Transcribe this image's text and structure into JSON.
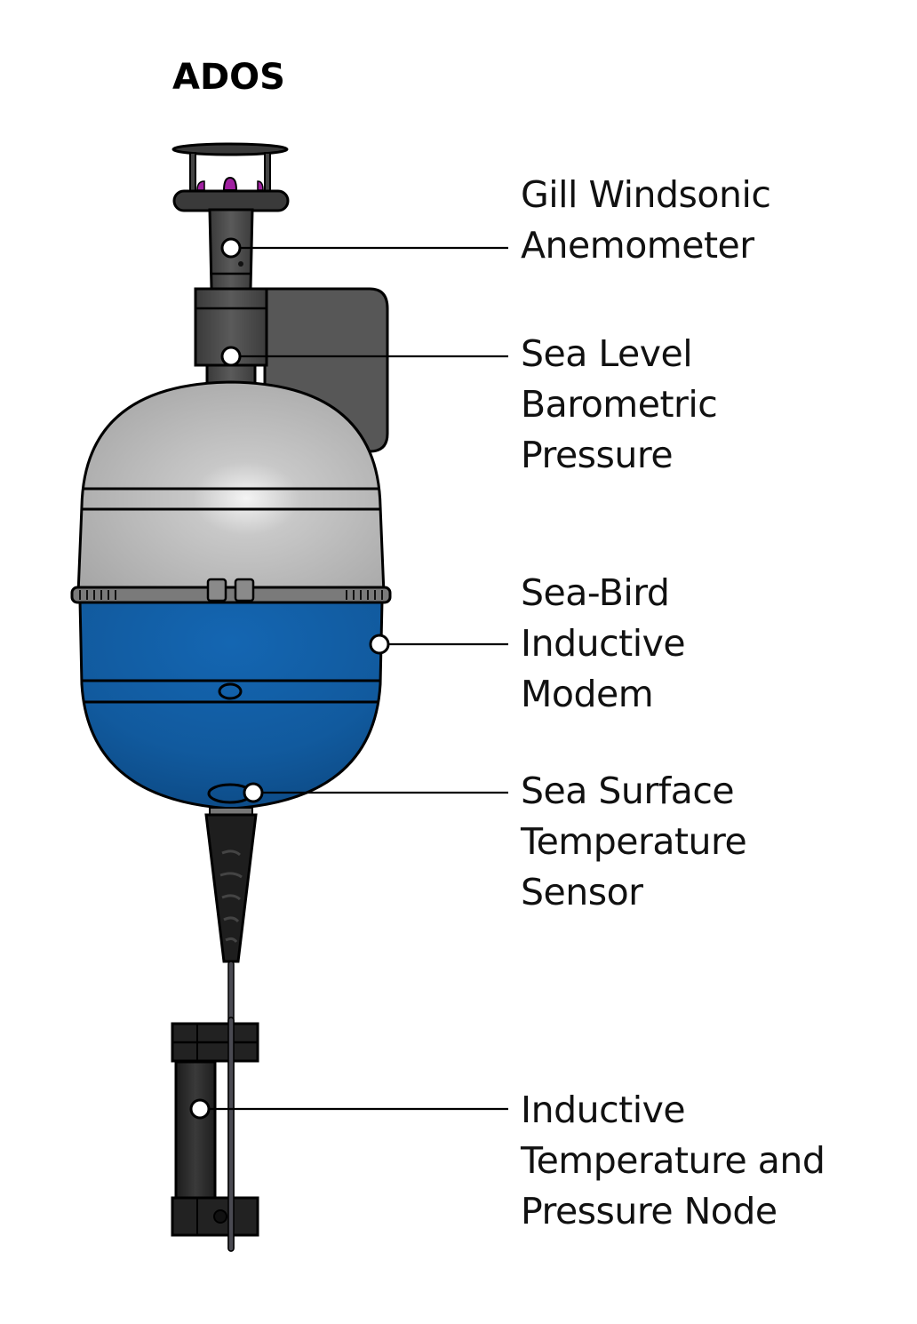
{
  "title": "ADOS",
  "labels": [
    {
      "id": "anemometer",
      "text": "Gill Windsonic\nAnemometer"
    },
    {
      "id": "barometer",
      "text": "Sea Level\nBarometric\nPressure"
    },
    {
      "id": "modem",
      "text": "Sea-Bird\nInductive\nModem"
    },
    {
      "id": "sst",
      "text": "Sea Surface\nTemperature\nSensor"
    },
    {
      "id": "node",
      "text": "Inductive\nTemperature and\nPressure Node"
    }
  ],
  "colors": {
    "upper_hull": "#b4b4b4",
    "lower_hull": "#1560a8",
    "hardware": "#4a4a4a",
    "sensor_accent": "#a020a0",
    "outline": "#000000"
  }
}
